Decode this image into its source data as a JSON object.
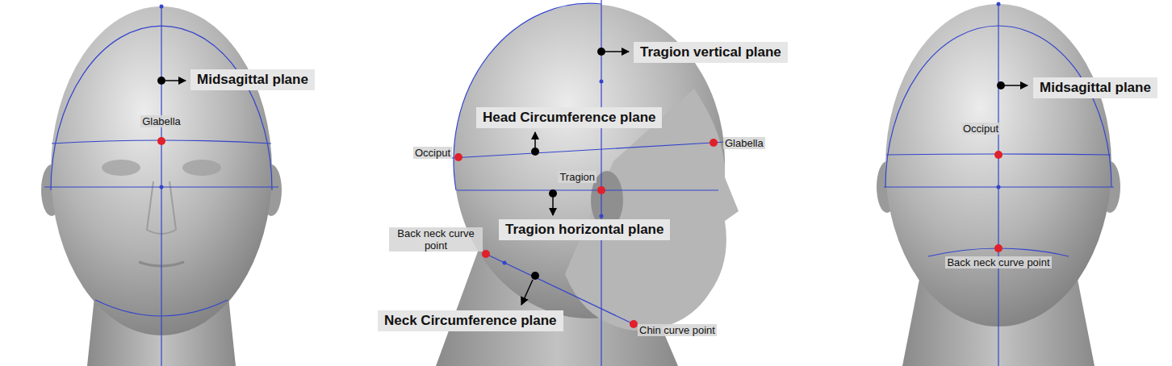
{
  "diagram": {
    "nodes": [
      {
        "text": [
          "Midsagittal plane"
        ]
      },
      {
        "text": [
          "Tragion vertical plane"
        ]
      },
      {
        "text": [
          "Head Circumference plane"
        ]
      },
      {
        "text": [
          "Tragion horizontal plane"
        ]
      },
      {
        "text": [
          "Neck Circumference plane"
        ]
      },
      {
        "text": [
          "Midsagittal plane"
        ]
      }
    ],
    "edges": [],
    "labels": [
      "Glabella",
      "Occiput",
      "Glabella",
      "Tragion",
      "Back neck curve point",
      "Chin curve point",
      "Occiput",
      "Back neck curve point"
    ]
  }
}
